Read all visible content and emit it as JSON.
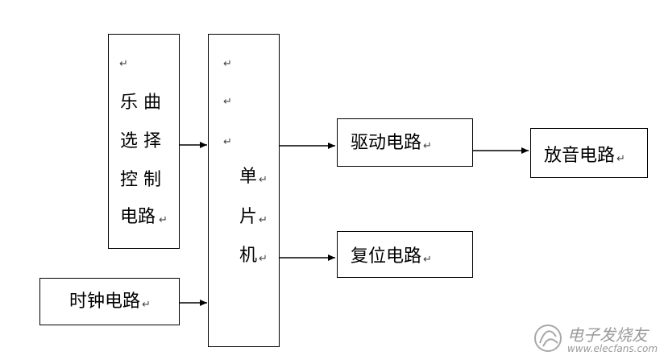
{
  "blocks": {
    "music_select": {
      "lines": [
        "乐 曲",
        "选 择",
        "控 制",
        "电路"
      ],
      "return_mark": "↵"
    },
    "mcu": {
      "chars": [
        "单",
        "片",
        "机"
      ],
      "return_mark": "↵"
    },
    "clock": {
      "label": "时钟电路",
      "return_mark": "↵"
    },
    "driver": {
      "label": "驱动电路",
      "return_mark": "↵"
    },
    "speaker": {
      "label": "放音电路",
      "return_mark": "↵"
    },
    "reset": {
      "label": "复位电路",
      "return_mark": "↵"
    }
  },
  "watermark": {
    "title": "电子发烧友",
    "url": "www.elecfans.com",
    "icon": "elecfans-logo-icon"
  }
}
